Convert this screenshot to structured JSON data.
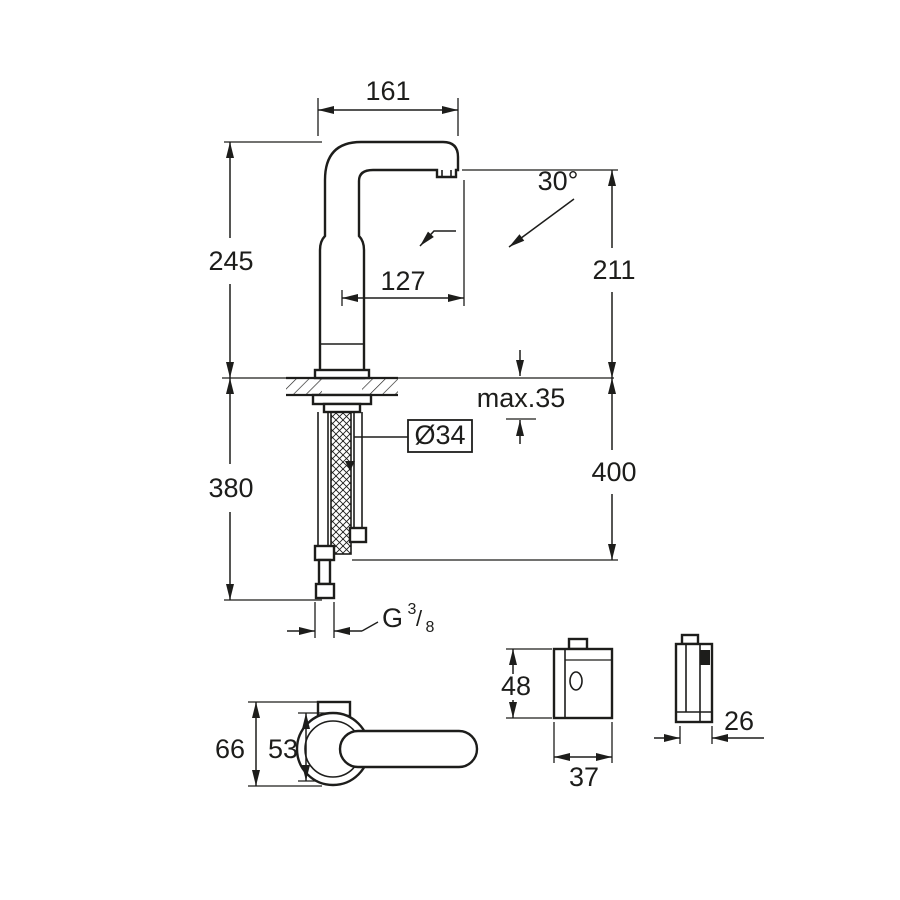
{
  "drawing": {
    "type": "technical-dimension-drawing",
    "subject": "sensor basin mixer tap with control box",
    "ink_color": "#1d1d1b",
    "background_color": "#ffffff",
    "labels": {
      "dim_spout_top": "161",
      "dim_angle": "30°",
      "dim_height_above_deck": "245",
      "dim_outlet_height": "211",
      "dim_outlet_reach": "127",
      "dim_max_deck": "max.35",
      "dim_hole_diameter": "Ø34",
      "dim_below_deck_clearance": "400",
      "dim_hose_length": "380",
      "dim_top_view_depth": "66",
      "dim_top_view_body": "53",
      "dim_box_height": "48",
      "dim_box_width": "37",
      "dim_box_depth": "26",
      "thread": {
        "prefix": "G",
        "numerator": "3",
        "slash": "/",
        "denominator": "8"
      }
    }
  }
}
